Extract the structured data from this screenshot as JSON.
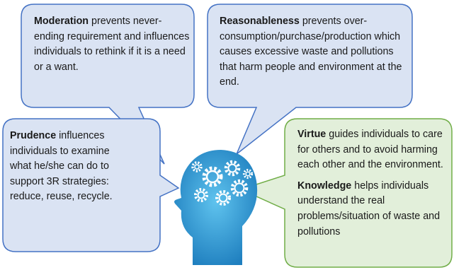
{
  "bubbles": {
    "moderation": {
      "term": "Moderation",
      "body": " prevents never-ending requirement and influences individuals to rethink if it is a need or a want."
    },
    "reasonableness": {
      "term": "Reasonableness",
      "body": " prevents over-consumption/purchase/production which causes excessive waste and pollutions that harm people and environment at the end."
    },
    "prudence": {
      "term": "Prudence",
      "body": " influences individuals to examine what he/she can do to support 3R strategies: reduce, reuse, recycle."
    },
    "virtue_knowledge": {
      "virtue_term": "Virtue",
      "virtue_body": " guides individuals to care for others and to avoid harming each other and the environment.",
      "knowledge_term": "Knowledge",
      "knowledge_body": " helps individuals understand the real problems/situation of waste and pollutions"
    }
  },
  "icons": {
    "center": "head-with-gears-icon"
  },
  "colors": {
    "blue_fill": "#dae3f3",
    "blue_stroke": "#4472c4",
    "green_fill": "#e2efda",
    "green_stroke": "#70ad47",
    "head": "#2f93cf"
  }
}
